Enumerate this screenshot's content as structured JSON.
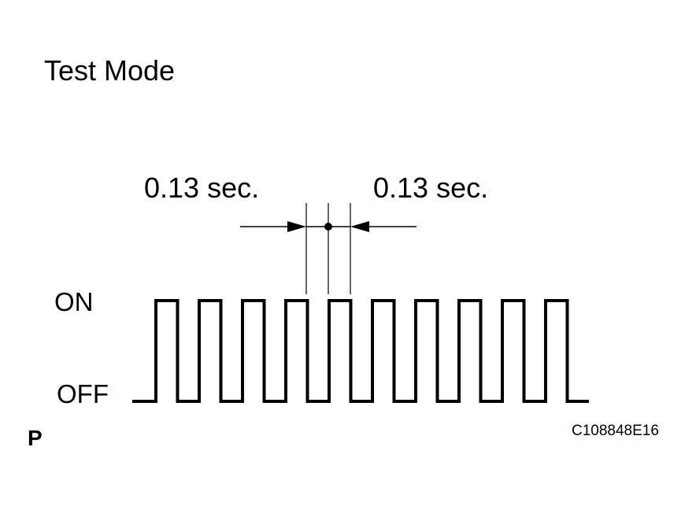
{
  "diagram": {
    "title": "Test Mode",
    "duration_left": "0.13 sec.",
    "duration_right": "0.13 sec.",
    "level_on": "ON",
    "level_off": "OFF",
    "corner_mark": "P",
    "figure_id": "C108848E16",
    "pulse_count": 10,
    "colors": {
      "stroke": "#000000",
      "background": "#ffffff"
    }
  }
}
